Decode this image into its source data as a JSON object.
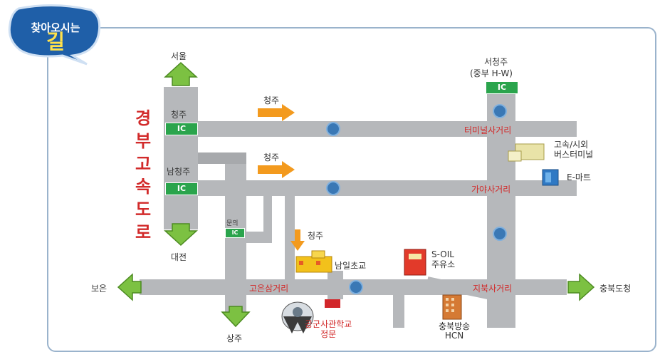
{
  "bubble": {
    "small": "찾아오시는",
    "big": "길"
  },
  "highway": {
    "name": [
      "경",
      "부",
      "고",
      "속",
      "도",
      "로"
    ]
  },
  "directions": {
    "seoul": "서울",
    "daejeon": "대전",
    "boeun": "보은",
    "sangju": "상주",
    "chungbuk": "충북도청"
  },
  "ic": {
    "cheongju_label": "청주",
    "cheongju": "IC",
    "namcheongju_label": "남청주",
    "namcheongju": "IC",
    "seocheongju_label": "서청주",
    "seocheongju_sub": "(중부 H-W)",
    "seocheongju": "IC",
    "munui_label": "문의",
    "munui": "IC"
  },
  "arrows": {
    "top": "청주",
    "mid": "청주",
    "down": "청주"
  },
  "intersections": {
    "terminal": "터미널사거리",
    "gaya": "가야사거리",
    "goeun": "고은삼거리",
    "jibuk": "지북사거리"
  },
  "landmarks": {
    "bus_terminal": "고속/시외\n버스터미널",
    "emart": "E-마트",
    "school": "남일초교",
    "soil": "S-OIL\n주유소",
    "hcn": "충북방송\nHCN",
    "academy": "공군사관학교\n정문"
  },
  "colors": {
    "road": "#b6b8bb",
    "ic": "#2aa44c",
    "arrow_green": "#7cc142",
    "arrow_orange": "#f39a1e",
    "label_red": "#d22a2a",
    "circle": "#3a78b5"
  }
}
